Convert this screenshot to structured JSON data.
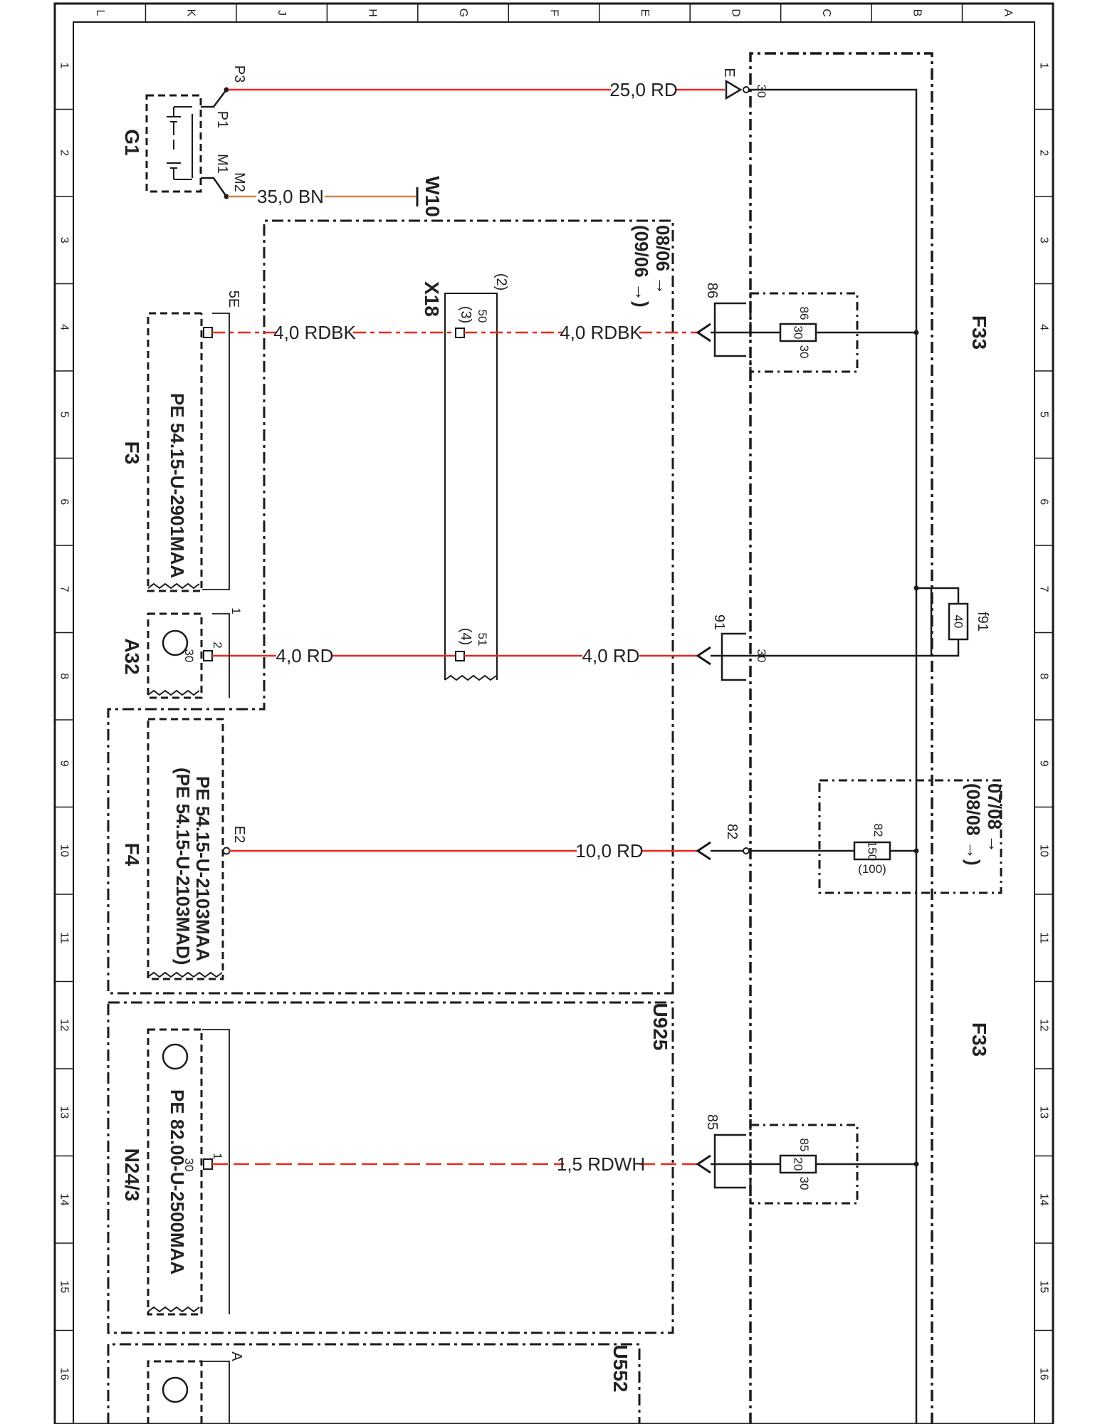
{
  "colors": {
    "red_wire": "#e8281e",
    "brown_wire": "#c8874b",
    "ink": "#1a1a1a"
  },
  "grid": {
    "letters": [
      "L",
      "K",
      "J",
      "H",
      "G",
      "F",
      "E",
      "D",
      "C",
      "B",
      "A"
    ],
    "numbers": [
      "1",
      "2",
      "3",
      "4",
      "5",
      "6",
      "7",
      "8",
      "9",
      "10",
      "11",
      "12",
      "13",
      "14",
      "15",
      "16"
    ]
  },
  "components": {
    "g1": "G1",
    "f3": "F3",
    "a32": "A32",
    "f4": "F4",
    "n24": "N24/3",
    "x18": "X18",
    "w10": "W10",
    "u925": "U925",
    "u552": "U552",
    "f33_top": "F33",
    "f33_bottom": "F33"
  },
  "pins": {
    "p3": "P3",
    "p1": "P1",
    "m1": "M1",
    "m2": "M2",
    "e": "E",
    "e_30": "30",
    "f3_5e": "5E",
    "a32_1": "1",
    "a32_2": "2",
    "a32_30": "30",
    "f4_e2": "E2",
    "n24_1": "1",
    "n24_30": "30",
    "n24_a": "A",
    "x18_2": "(2)",
    "x18_3": "(3)",
    "x18_50": "50",
    "x18_4": "(4)",
    "x18_51": "51",
    "p86": "86",
    "p91": "91",
    "p91_30": "30",
    "p82": "82",
    "p85": "85"
  },
  "wires": {
    "w_25rd": "25,0 RD",
    "w_35bn": "35,0 BN",
    "w_4rdbk_left": "4,0 RDBK",
    "w_4rdbk_right": "4,0 RDBK",
    "w_4rd_left": "4,0 RD",
    "w_4rd_right": "4,0 RD",
    "w_10rd": "10,0 RD",
    "w_15rdwh": "1,5 RDWH"
  },
  "fuses": {
    "f86": {
      "rating": "30",
      "pin_a": "86",
      "pin_b": "30"
    },
    "f82": {
      "rating": "150",
      "alt": "(100)",
      "pin_a": "82"
    },
    "f85": {
      "rating": "20",
      "pin_a": "85",
      "pin_b": "30"
    },
    "f91": {
      "rating": "40",
      "label": "f91"
    }
  },
  "refs": {
    "f3_ref": "PE 54.15-U-2901MAA",
    "f4_ref1": "PE 54.15-U-2103MAA",
    "f4_ref2": "(PE 54.15-U-2103MAD)",
    "n24_ref": "PE 82.00-U-2500MAA"
  },
  "validity": {
    "v1_a": "08/06 →",
    "v1_b": "(09/06 →)",
    "v2_a": "07/08 →",
    "v2_b": "(08/08 →)"
  }
}
